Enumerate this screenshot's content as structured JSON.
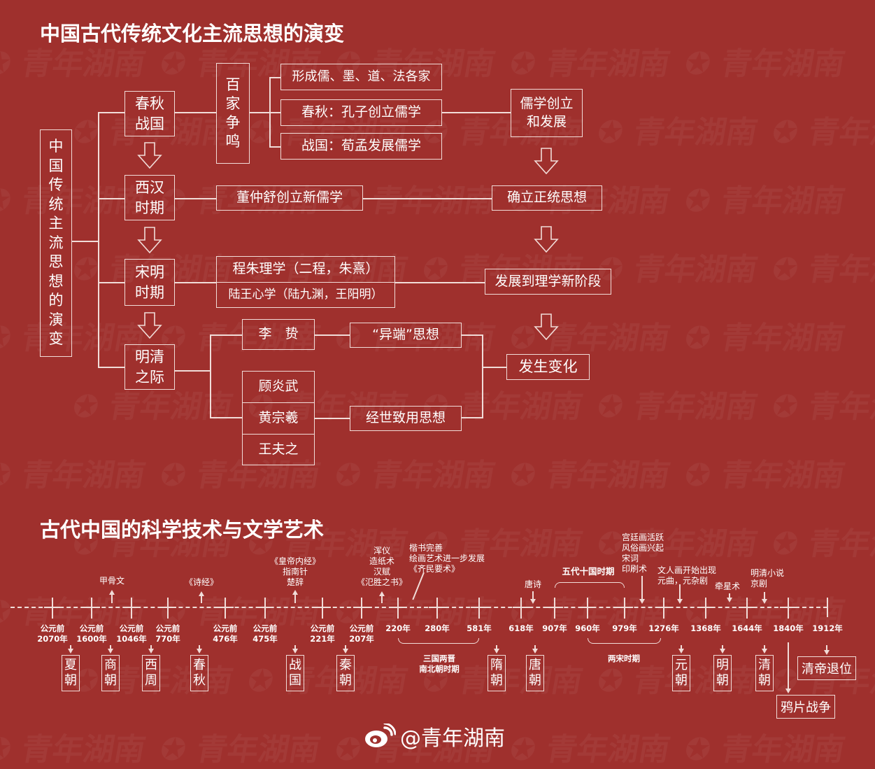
{
  "section1": {
    "title": "中国古代传统文化主流思想的演变",
    "root": "中国传统主流思想的演变",
    "periods": [
      "春秋战国",
      "西汉时期",
      "宋明时期",
      "明清之际"
    ],
    "baijia": "百家争鸣",
    "baijia_items": [
      "形成儒、墨、道、法各家",
      "春秋：孔子创立儒学",
      "战国：荀孟发展儒学"
    ],
    "ru_result": "儒学创立和发展",
    "dong": "董仲舒创立新儒学",
    "zhengtong": "确立正统思想",
    "chengzhu": "程朱理学（二程，朱熹）",
    "luwang": "陆王心学（陆九渊，王阳明）",
    "lixue": "发展到理学新阶段",
    "lizhi": "李　贽",
    "yiduan": "“异端”思想",
    "thinkers": [
      "顾炎武",
      "黄宗羲",
      "王夫之"
    ],
    "jingshi": "经世致用思想",
    "change": "发生变化"
  },
  "section2": {
    "title": "古代中国的科学技术与文学艺术",
    "ticks": [
      "公元前\n2070年",
      "公元前\n1600年",
      "公元前\n1046年",
      "公元前\n770年",
      "公元前\n476年",
      "公元前\n475年",
      "公元前\n221年",
      "公元前\n207年",
      "220年",
      "280年",
      "581年",
      "618年",
      "907年",
      "960年",
      "979年",
      "1276年",
      "1368年",
      "1644年",
      "1840年",
      "1912年"
    ],
    "dynasties": [
      "夏朝",
      "商朝",
      "西周",
      "春秋",
      "战国",
      "秦朝",
      "隋朝",
      "唐朝",
      "元朝",
      "明朝",
      "清朝"
    ],
    "qing_end": "清帝退位",
    "opium_war": "鸦片战争",
    "periods": [
      "三国两晋\n南北朝时期",
      "两宋时期",
      "五代十国时期"
    ],
    "achievements": [
      "甲骨文",
      "《诗经》",
      "《皇帝内经》\n指南针\n楚辞",
      "浑仪\n造纸术\n汉赋\n《氾胜之书》",
      "楷书完善\n绘画艺术进一步发展\n《齐民要术》",
      "唐诗",
      "宫廷画活跃\n风俗画兴起\n宋词\n印刷术",
      "文人画开始出现\n元曲，元杂剧",
      "牵星术",
      "明清小说\n京剧"
    ]
  },
  "footer": {
    "handle": "@青年湖南"
  }
}
